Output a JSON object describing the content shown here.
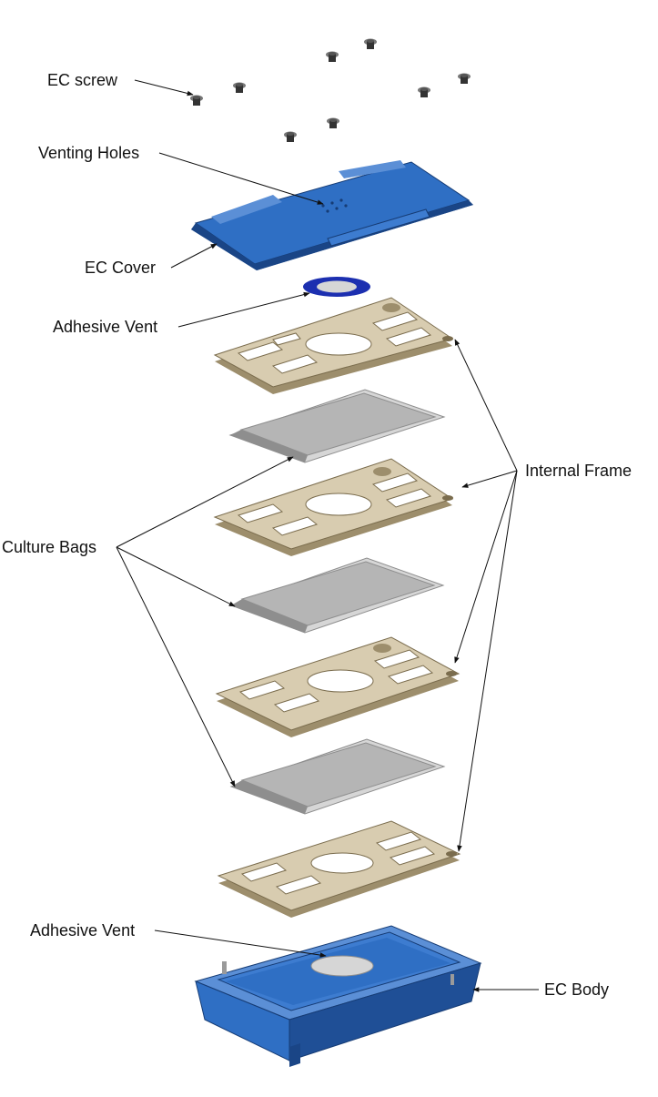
{
  "labels": {
    "ec_screw": "EC screw",
    "venting_holes": "Venting Holes",
    "ec_cover": "EC Cover",
    "adhesive_vent_top": "Adhesive Vent",
    "internal_frame": "Internal Frame",
    "culture_bags": "Culture Bags",
    "adhesive_vent_bottom": "Adhesive Vent",
    "ec_body": "EC Body"
  },
  "colors": {
    "blue": "#2f6fc4",
    "blue_dark": "#1f4f96",
    "blue_light": "#5b8fd6",
    "frame": "#d8ccb0",
    "frame_dark": "#9d8e6c",
    "bag": "#b5b5b5",
    "bag_dark": "#8e8e8e",
    "vent_ring": "#1c2fb0",
    "vent_center": "#d6d6d6"
  }
}
